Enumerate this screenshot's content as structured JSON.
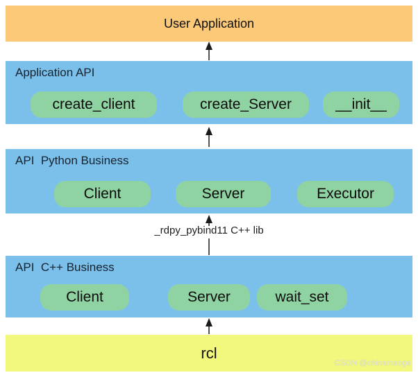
{
  "diagram": {
    "top_layer": {
      "label": "User Application"
    },
    "layers": [
      {
        "name": "Application API",
        "pills": [
          "create_client",
          "create_Server",
          "__init__"
        ]
      },
      {
        "name": "API  Python Business",
        "pills": [
          "Client",
          "Server",
          "Executor"
        ]
      },
      {
        "name": "API  C++ Business",
        "pills": [
          "Client",
          "Server",
          "wait_set"
        ]
      }
    ],
    "connector_label": "_rdpy_pybind11 C++ lib",
    "bottom_layer": {
      "label": "rcl"
    },
    "watermark": "CSDN @chinamaoge",
    "colors": {
      "top_layer_bg": "#fbc978",
      "layer_bg": "#7ac0ea",
      "pill_bg": "#90d3a2",
      "bottom_layer_bg": "#f1f87d",
      "arrow": "#1a1a1a",
      "title_text": "#16222e",
      "watermark_text": "#e9e9dd"
    }
  }
}
